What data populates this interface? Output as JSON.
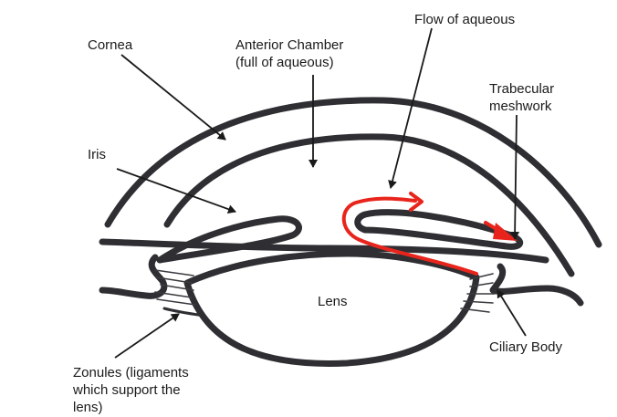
{
  "labels": {
    "cornea": "Cornea",
    "anterior_chamber": "Anterior Chamber\n(full of aqueous)",
    "flow_of_aqueous": "Flow of aqueous",
    "trabecular_meshwork": "Trabecular\nmeshwork",
    "iris": "Iris",
    "lens": "Lens",
    "ciliary_body": "Ciliary Body",
    "zonules": "Zonules (ligaments\nwhich support the\nlens)"
  },
  "colors": {
    "structure": "#2e2e33",
    "aqueous_flow": "#e8251c",
    "text": "#1a1a1a",
    "background": "#ffffff"
  }
}
